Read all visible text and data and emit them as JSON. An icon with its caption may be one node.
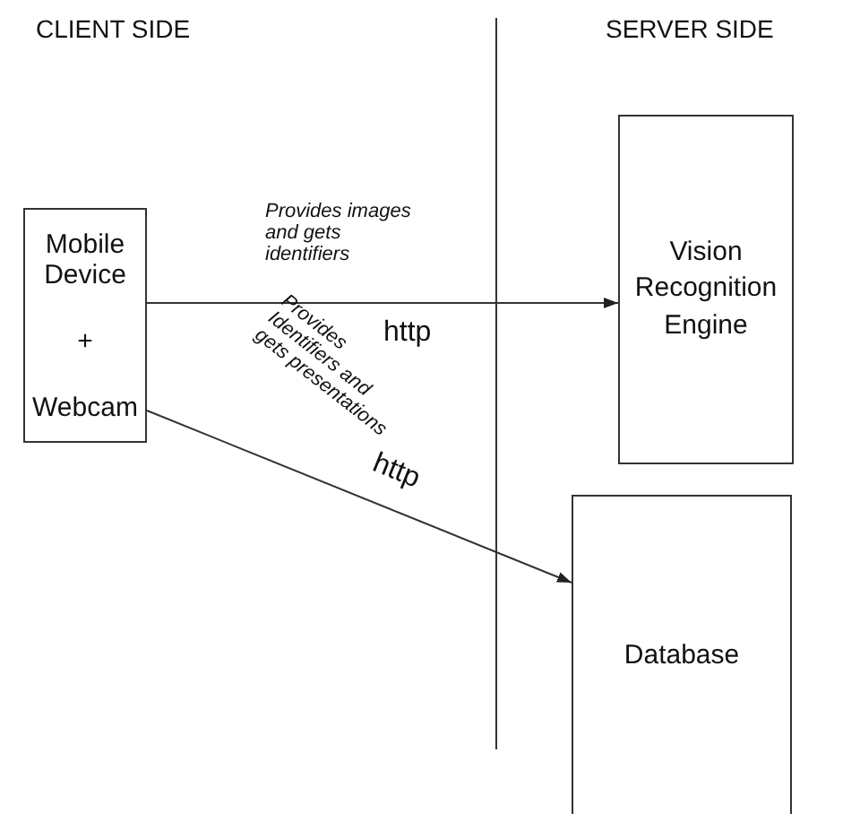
{
  "diagram": {
    "nodes": [
      {
        "text": [
          "Mobile Device",
          "+",
          "Webcam"
        ]
      },
      {
        "text": [
          "Vision Recognition Engine"
        ]
      },
      {
        "text": [
          "Database"
        ]
      }
    ],
    "edges": [
      {
        "from": 0,
        "to": 1,
        "arrow": "to",
        "label": "Provides images and gets identifiers"
      },
      {
        "from": 0,
        "to": 2,
        "arrow": "to",
        "label": "Provides Identifiers and gets presentations"
      }
    ],
    "labels": [
      "CLIENT SIDE",
      "SERVER SIDE",
      "http",
      "http"
    ]
  }
}
